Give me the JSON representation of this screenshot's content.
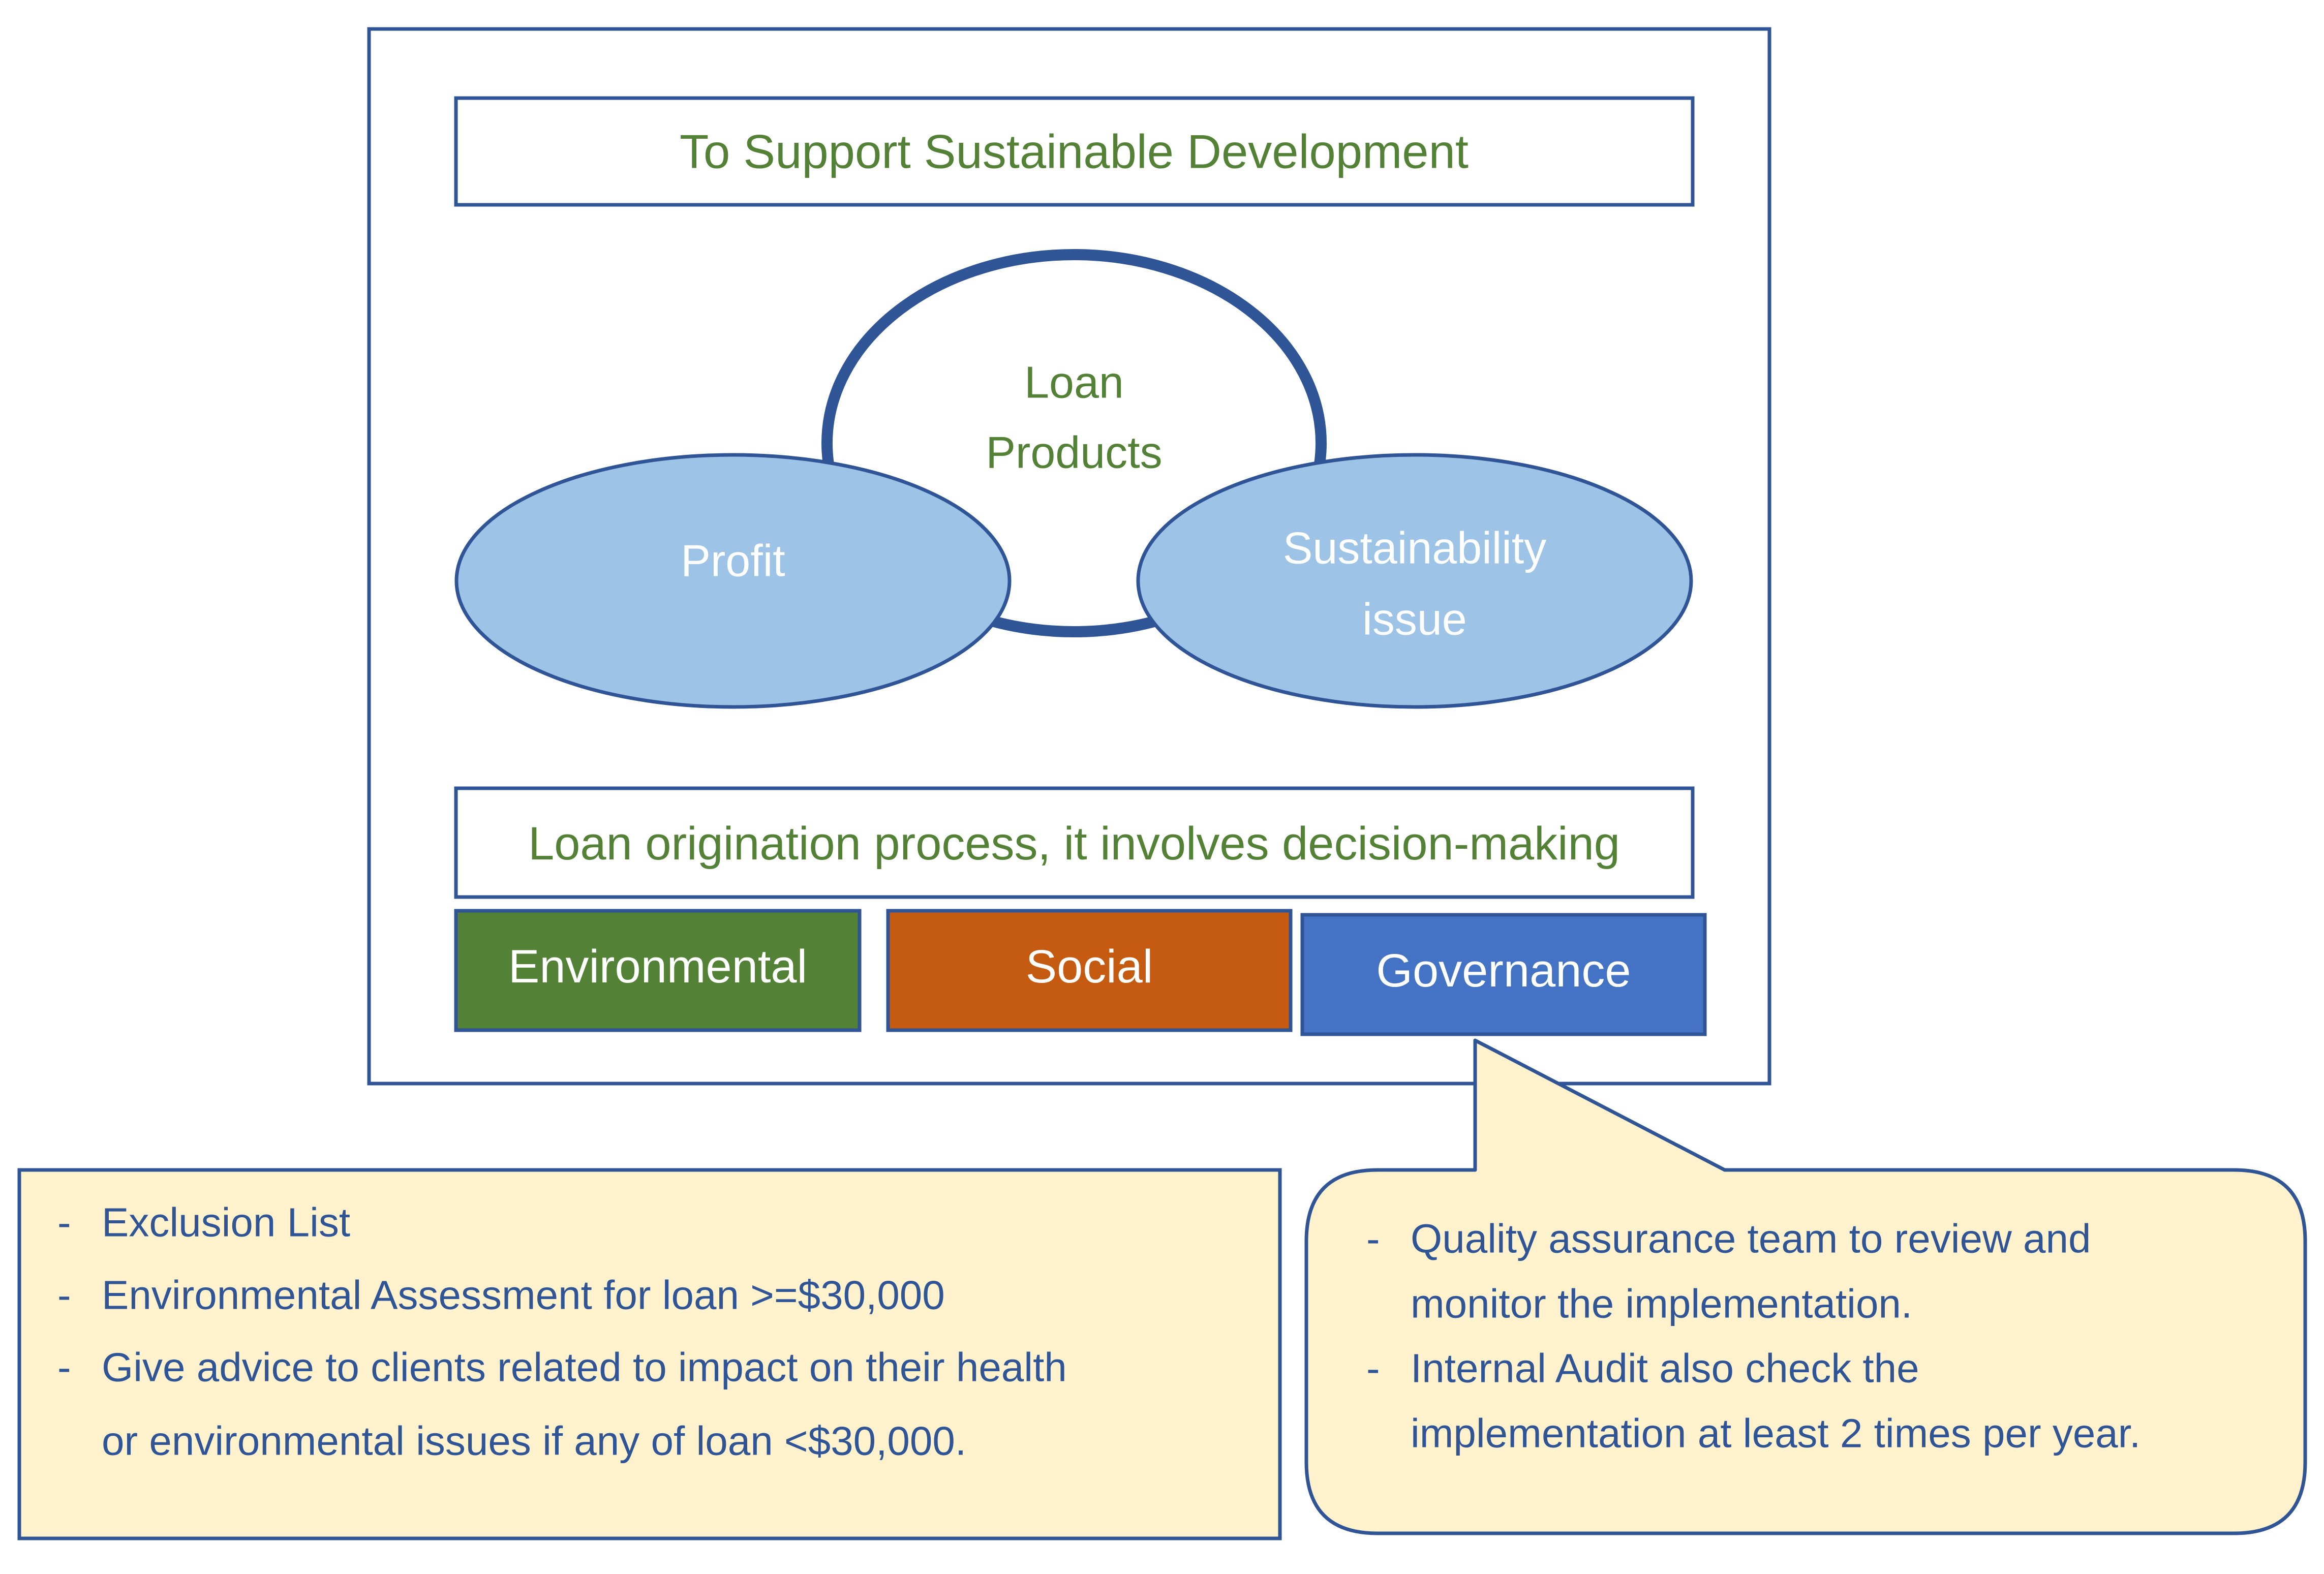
{
  "top_banner": "To Support Sustainable Development",
  "center_circle": {
    "line1": "Loan",
    "line2": "Products"
  },
  "left_ellipse": "Profit",
  "right_ellipse": {
    "line1": "Sustainability",
    "line2": "issue"
  },
  "process_box": "Loan origination process, it involves decision-making",
  "esg_boxes": {
    "environmental": "Environmental",
    "social": "Social",
    "governance": "Governance"
  },
  "left_note": {
    "bullet": "-",
    "items": [
      "Exclusion List",
      "Environmental Assessment for loan >=$30,000",
      "Give advice to clients related to impact on their health",
      "or environmental issues if any of loan <$30,000."
    ]
  },
  "right_callout": {
    "bullet": "-",
    "items": [
      "Quality assurance team to review and",
      "monitor the implementation.",
      "Internal Audit also check the",
      "implementation at least 2 times per year."
    ]
  },
  "colors": {
    "border": "#2f5597",
    "green_text": "#538135",
    "ellipse_fill": "#9dc3e6",
    "environmental": "#538135",
    "social": "#c55a11",
    "governance": "#4472c4",
    "note_fill": "#fff2cc",
    "note_text": "#2f5597"
  }
}
